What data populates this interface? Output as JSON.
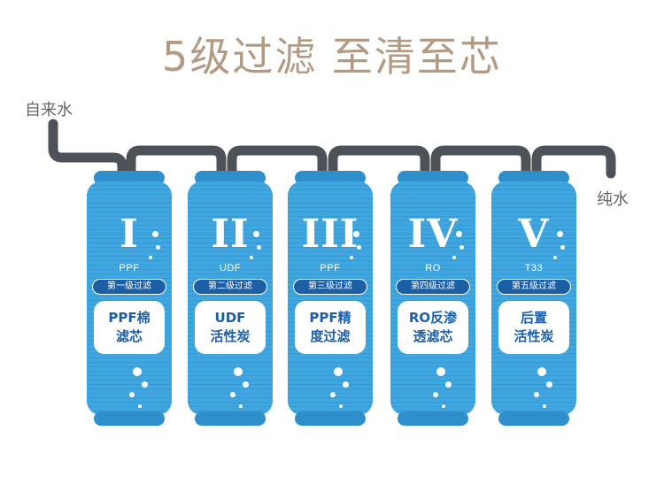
{
  "title": "5级过滤  至清至芯",
  "inlet_label": "自来水",
  "outlet_label": "纯水",
  "colors": {
    "title": "#b39a82",
    "label": "#666666",
    "pipe": "#4d5258",
    "filter_body": "#3fa6df",
    "filter_cap": "#2f8fcc",
    "badge": "#1d5fa4",
    "card_text": "#1d5fa4"
  },
  "filters": [
    {
      "numeral": "I",
      "code": "PPF",
      "stage": "第一级过滤",
      "name_line1": "PPF棉",
      "name_line2": "滤芯"
    },
    {
      "numeral": "II",
      "code": "UDF",
      "stage": "第二级过滤",
      "name_line1": "UDF",
      "name_line2": "活性炭"
    },
    {
      "numeral": "III",
      "code": "PPF",
      "stage": "第三级过滤",
      "name_line1": "PPF精",
      "name_line2": "度过滤"
    },
    {
      "numeral": "IV",
      "code": "RO",
      "stage": "第四级过滤",
      "name_line1": "RO反渗",
      "name_line2": "透滤芯"
    },
    {
      "numeral": "V",
      "code": "T33",
      "stage": "第五级过滤",
      "name_line1": "后置",
      "name_line2": "活性炭"
    }
  ]
}
